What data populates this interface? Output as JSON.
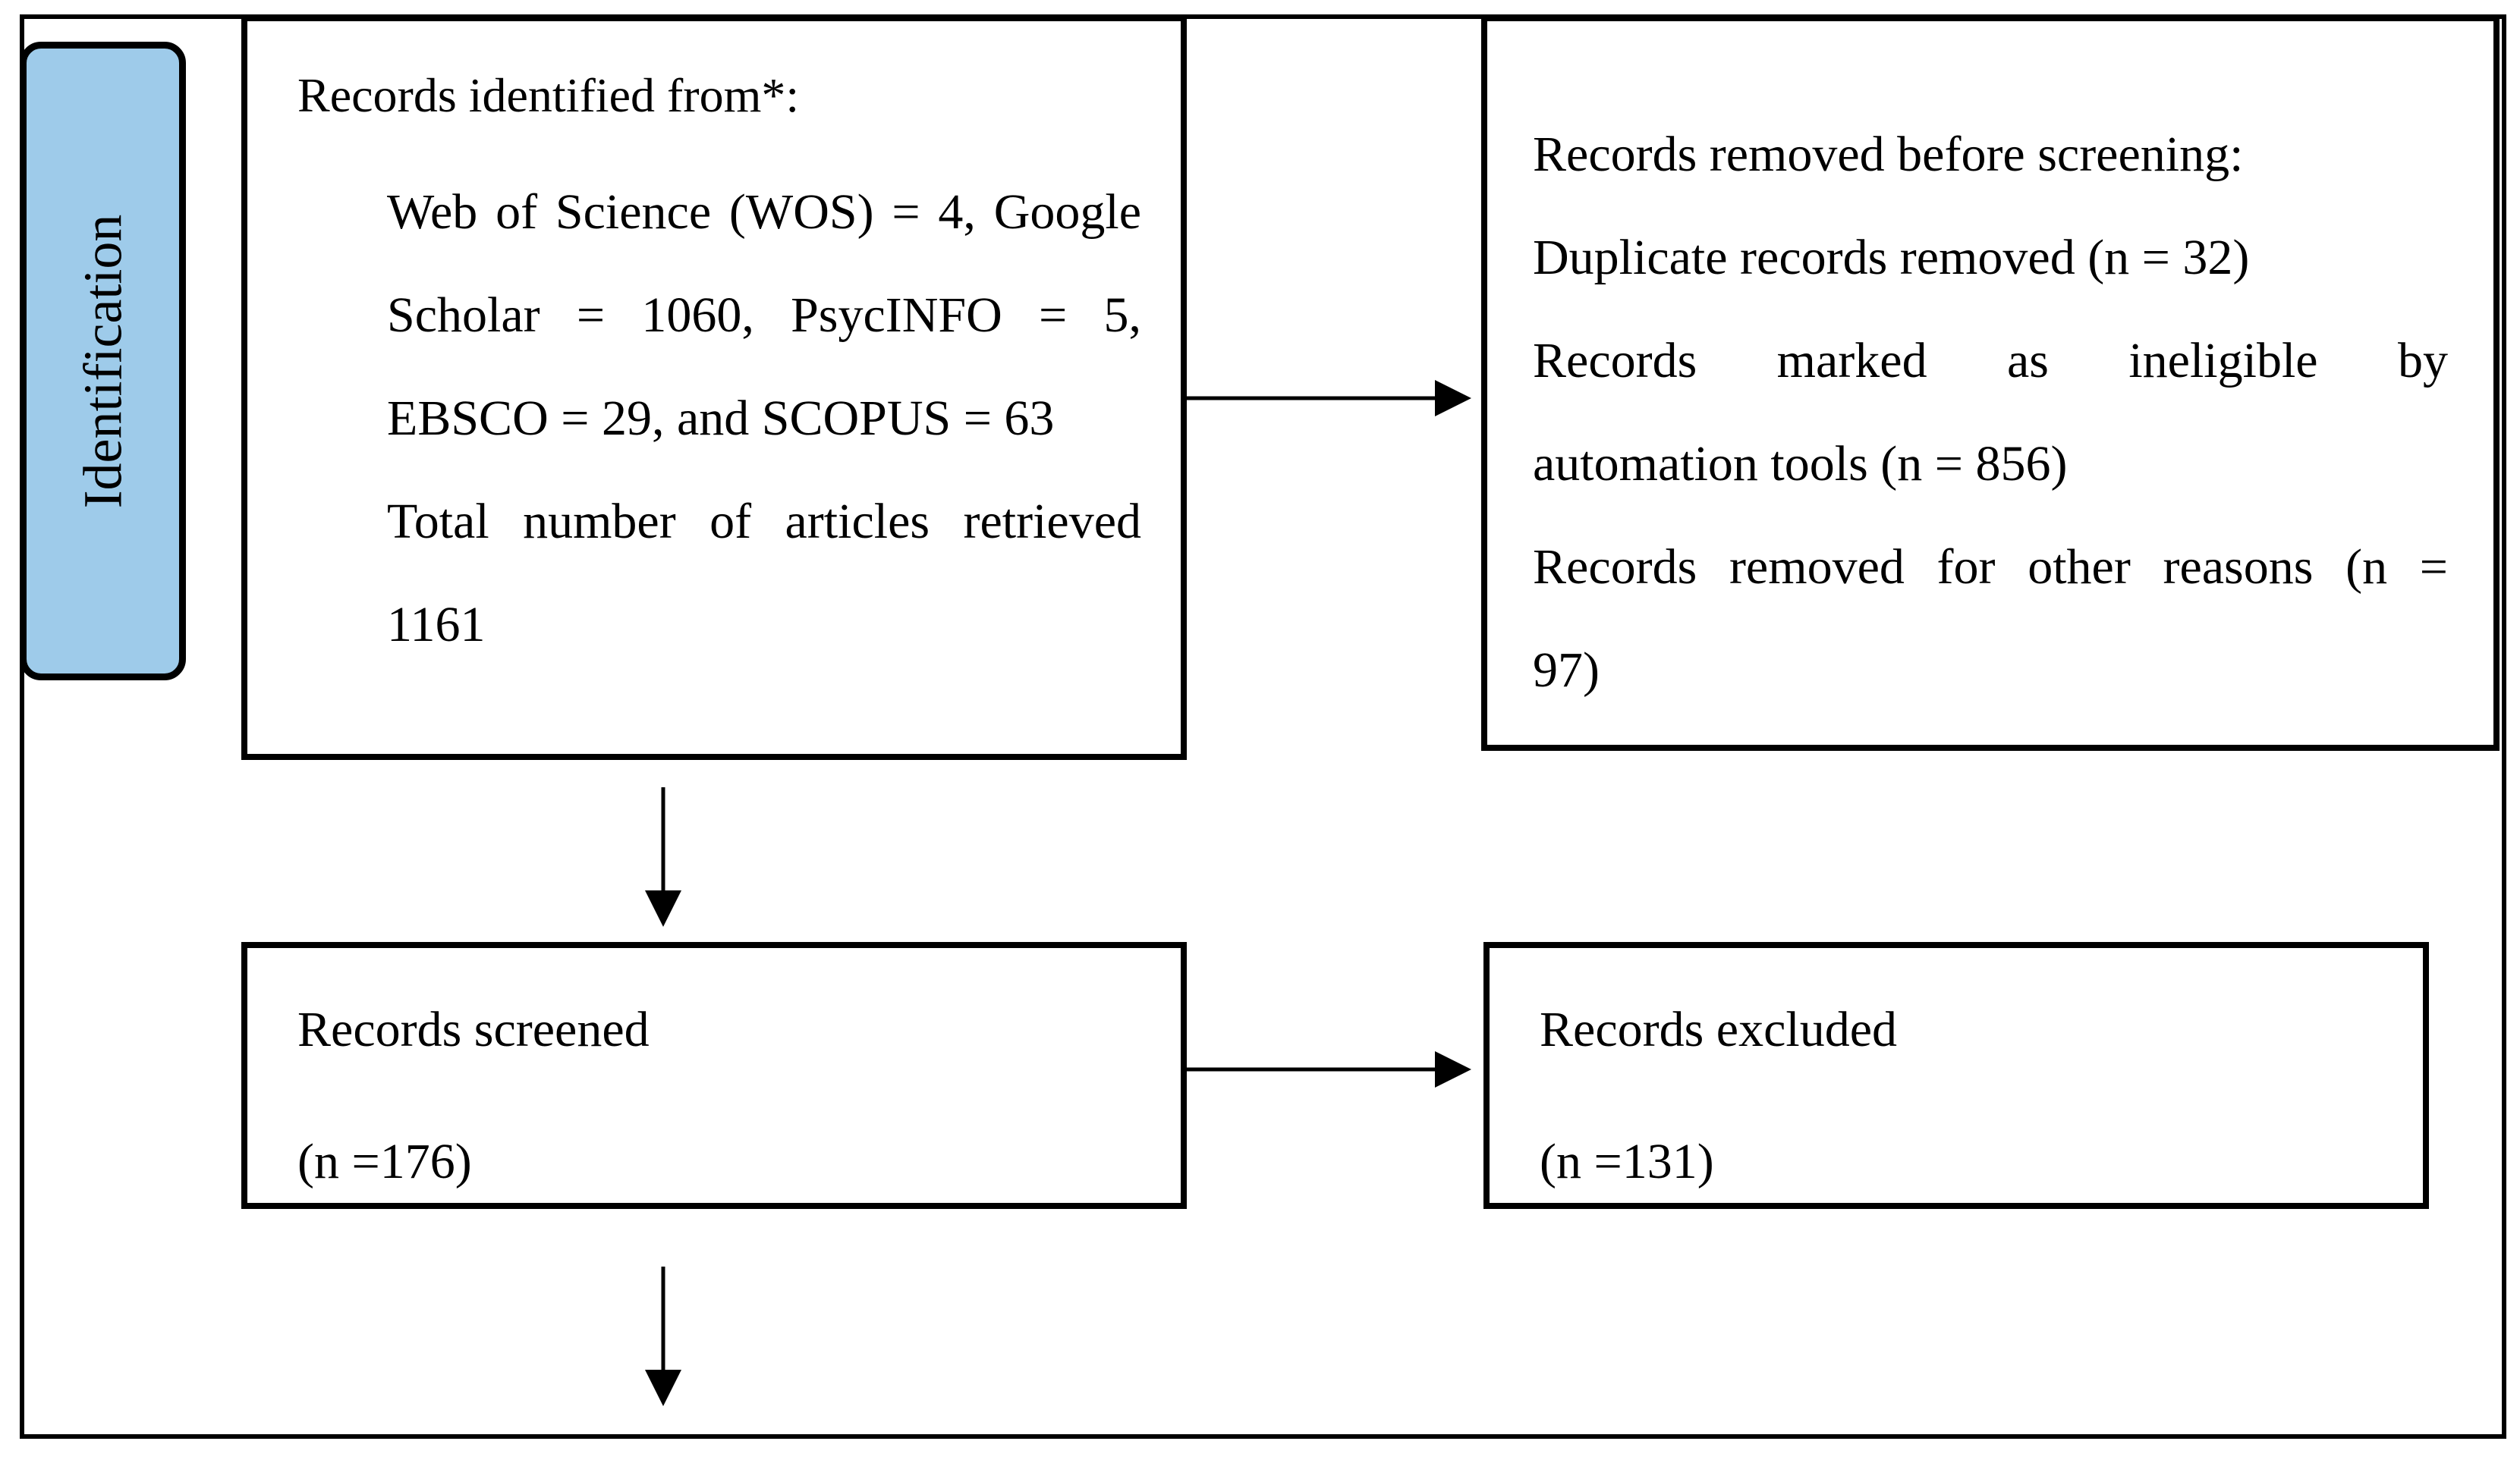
{
  "phase": {
    "label": "Identification"
  },
  "identified": {
    "heading": "Records identified from*:",
    "lines": [
      "Web of Science (WOS) = 4, Google",
      "Scholar = 1060, PsycINFO = 5,",
      "EBSCO = 29, and SCOPUS = 63",
      "Total number of articles retrieved",
      "1161"
    ]
  },
  "removed": {
    "lines": [
      "Records removed before screening:",
      "Duplicate records removed (n = 32)",
      "Records marked as ineligible by",
      "automation tools (n = 856)",
      "Records removed for other reasons (n =",
      "97)"
    ]
  },
  "screened": {
    "label": "Records screened",
    "count": "(n =176)"
  },
  "excluded": {
    "label": "Records excluded",
    "count": "(n =131)"
  },
  "colors": {
    "phase_fill": "#9ecbea",
    "stroke": "#000000"
  }
}
